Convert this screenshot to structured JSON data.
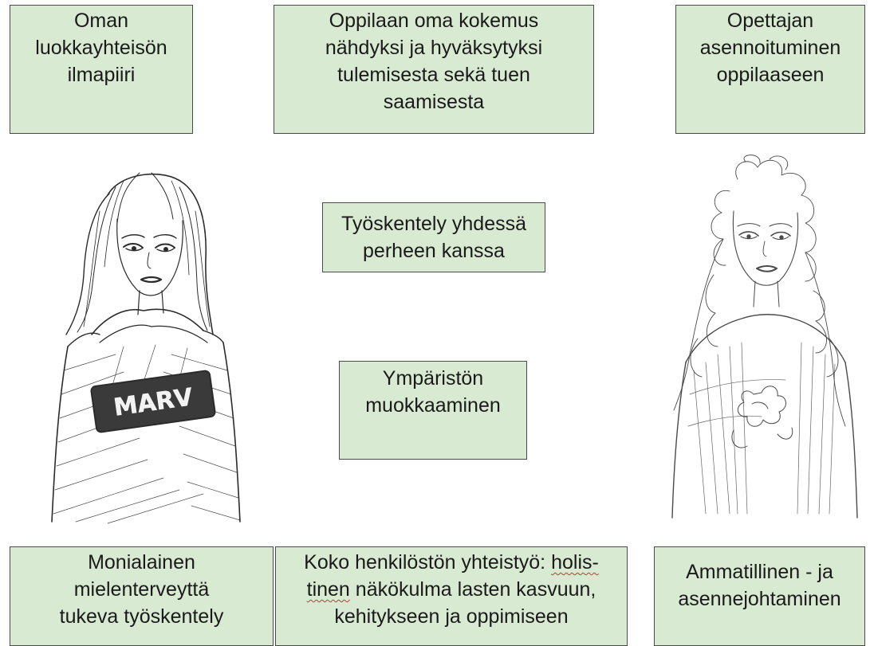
{
  "colors": {
    "box_fill": "#d9ead3",
    "box_border": "#4a4a4a",
    "sketch_stroke": "#2b2b2b",
    "spellcheck": "#d0342c"
  },
  "boxes": {
    "top_left": "Oman\nluokkayhteisön\nilmapiiri",
    "top_center": "Oppilaan oma kokemus\nnähdyksi ja hyväksytyksi\ntulemisesta sekä tuen\nsaamisesta",
    "top_right": "Opettajan\nasennoituminen\noppilaaseen",
    "middle_upper": "Työskentely yhdessä\nperheen kanssa",
    "middle_lower": "Ympäristön\nmuokkaaminen",
    "bottom_left": "Monialainen\nmielenterveyttä\ntukeva työskentely",
    "bottom_center": {
      "line1_before": "Koko henkilöstön yhteistyö: ",
      "line1_flagged": "holis-",
      "line2_flagged": "tinen",
      "line2_after": " näkökulma lasten kasvuun,",
      "line3": "kehitykseen ja oppimiseen"
    },
    "bottom_right": "Ammatillinen -  ja\nasennejohtaminen"
  },
  "sketches": {
    "left_figure": {
      "icon": "sketched-girl-hoodie",
      "shirt_text": "MARV"
    },
    "right_figure": {
      "icon": "sketched-girl-curly-hair"
    }
  }
}
